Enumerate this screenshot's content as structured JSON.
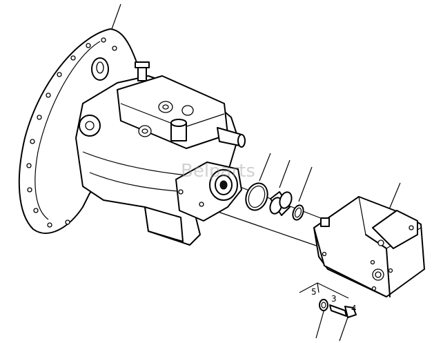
{
  "watermark": "Belparts",
  "callouts": [
    "5",
    "3",
    "4"
  ]
}
